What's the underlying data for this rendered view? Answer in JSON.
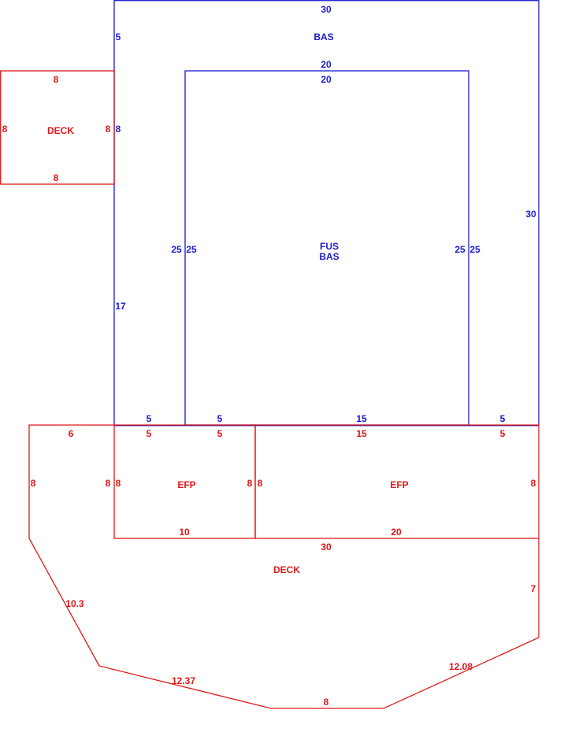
{
  "colors": {
    "main_structure": "#1a1ad0",
    "additions": "#e01818"
  },
  "areas": {
    "bas": "BAS",
    "fus": "FUS",
    "fus_bas": "BAS",
    "deck_left": "DECK",
    "efp_left": "EFP",
    "efp_right": "EFP",
    "deck_bottom": "DECK"
  },
  "dims": {
    "bas_top": "30",
    "bas_left_upper": "5",
    "bas_left_mid": "8",
    "bas_left_lower": "17",
    "bas_right": "30",
    "bas_bottom_1": "5",
    "bas_bottom_2": "5",
    "bas_bottom_3": "15",
    "bas_bottom_4": "5",
    "fus_top_outer": "20",
    "fus_top_inner": "20",
    "fus_left_outer": "25",
    "fus_left_inner": "25",
    "fus_right_inner": "25",
    "fus_right_outer": "25",
    "deck_left_top": "8",
    "deck_left_left": "8",
    "deck_left_right": "8",
    "deck_left_bottom": "8",
    "efp_left_top_1": "5",
    "efp_left_top_2": "5",
    "efp_left_left": "8",
    "efp_left_right": "8",
    "efp_left_bottom": "10",
    "efp_right_top_1": "15",
    "efp_right_top_2": "5",
    "efp_right_left": "8",
    "efp_right_right": "8",
    "efp_right_bottom": "20",
    "deck_bottom_top": "30",
    "deck_bottom_left_top": "6",
    "deck_bottom_left_side": "8",
    "deck_bottom_right_side": "8",
    "deck_bottom_diag_left": "10.3",
    "deck_bottom_bottom_left": "12.37",
    "deck_bottom_bottom": "8",
    "deck_bottom_diag_right": "12.08",
    "deck_bottom_right_lower": "7"
  }
}
